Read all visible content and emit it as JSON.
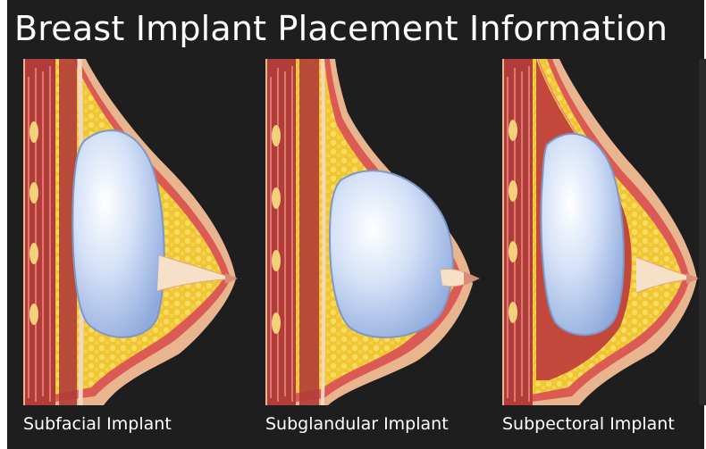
{
  "title": "Breast Implant Placement Information",
  "panels": [
    {
      "caption": "Subfacial Implant",
      "placement": "subfascial"
    },
    {
      "caption": "Subglandular Implant",
      "placement": "subglandular"
    },
    {
      "caption": "Subpectoral Implant",
      "placement": "subpectoral"
    }
  ],
  "colors": {
    "background": "#1e1e1e",
    "skin": "#f0c8a8",
    "fat": "#f2cc3a",
    "muscle": "#b8403c",
    "implant": "#c9d8f5"
  }
}
